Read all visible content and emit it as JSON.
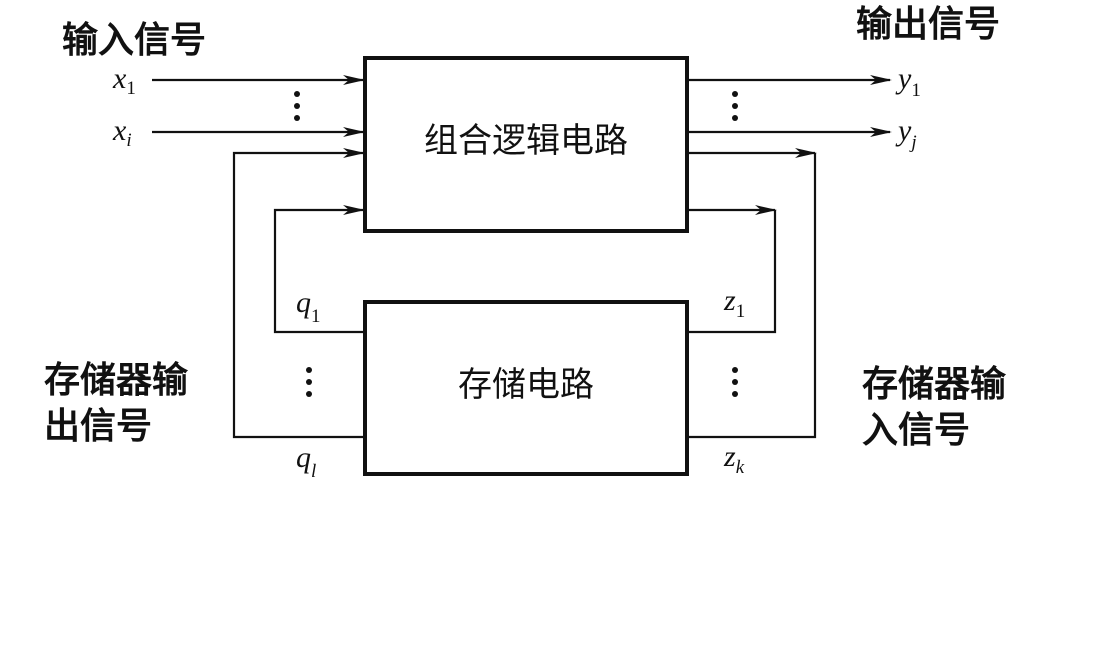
{
  "labels": {
    "input_signal": "输入信号",
    "output_signal": "输出信号",
    "combinational_block": "组合逻辑电路",
    "memory_block": "存储电路",
    "memory_output_line1": "存储器输",
    "memory_output_line2": "出信号",
    "memory_input_line1": "存储器输",
    "memory_input_line2": "入信号"
  },
  "signals": {
    "x1": {
      "letter": "x",
      "sub": "1"
    },
    "xi": {
      "letter": "x",
      "sub": "i"
    },
    "y1": {
      "letter": "y",
      "sub": "1"
    },
    "yj": {
      "letter": "y",
      "sub": "j"
    },
    "q1": {
      "letter": "q",
      "sub": "1"
    },
    "ql": {
      "letter": "q",
      "sub": "l"
    },
    "z1": {
      "letter": "z",
      "sub": "1"
    },
    "zk": {
      "letter": "z",
      "sub": "k"
    }
  },
  "colors": {
    "ink": "#111111",
    "background": "#ffffff"
  }
}
